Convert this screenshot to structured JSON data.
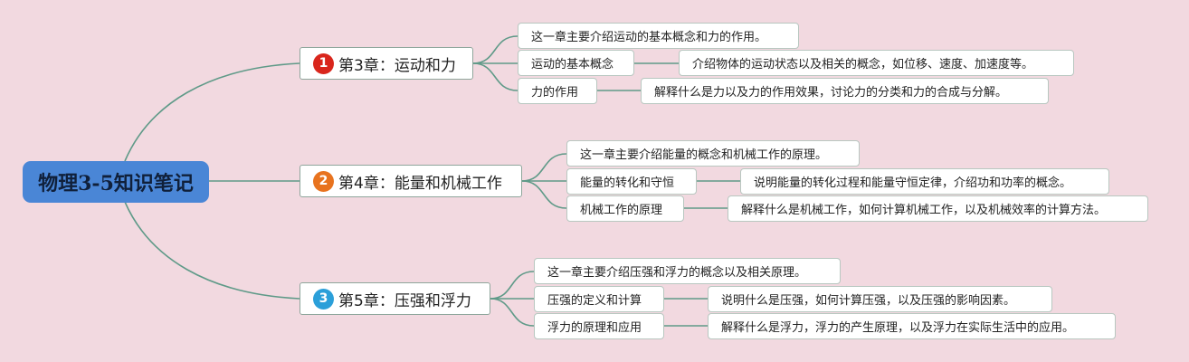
{
  "root": {
    "label": "物理3-5知识笔记"
  },
  "chapters": [
    {
      "marker": "1",
      "marker_color": "#d9261c",
      "title": "第3章：运动和力",
      "summary": "这一章主要介绍运动的基本概念和力的作用。",
      "topics": [
        {
          "label": "运动的基本概念",
          "detail": "介绍物体的运动状态以及相关的概念，如位移、速度、加速度等。"
        },
        {
          "label": "力的作用",
          "detail": "解释什么是力以及力的作用效果，讨论力的分类和力的合成与分解。"
        }
      ]
    },
    {
      "marker": "2",
      "marker_color": "#e8731f",
      "title": "第4章：能量和机械工作",
      "summary": "这一章主要介绍能量的概念和机械工作的原理。",
      "topics": [
        {
          "label": "能量的转化和守恒",
          "detail": "说明能量的转化过程和能量守恒定律，介绍功和功率的概念。"
        },
        {
          "label": "机械工作的原理",
          "detail": "解释什么是机械工作，如何计算机械工作，以及机械效率的计算方法。"
        }
      ]
    },
    {
      "marker": "3",
      "marker_color": "#2b9fd9",
      "title": "第5章：压强和浮力",
      "summary": "这一章主要介绍压强和浮力的概念以及相关原理。",
      "topics": [
        {
          "label": "压强的定义和计算",
          "detail": "说明什么是压强，如何计算压强，以及压强的影响因素。"
        },
        {
          "label": "浮力的原理和应用",
          "detail": "解释什么是浮力，浮力的产生原理，以及浮力在实际生活中的应用。"
        }
      ]
    }
  ],
  "colors": {
    "background": "#f2d9e0",
    "root": "#4a86d6",
    "link": "#5f9a88"
  }
}
